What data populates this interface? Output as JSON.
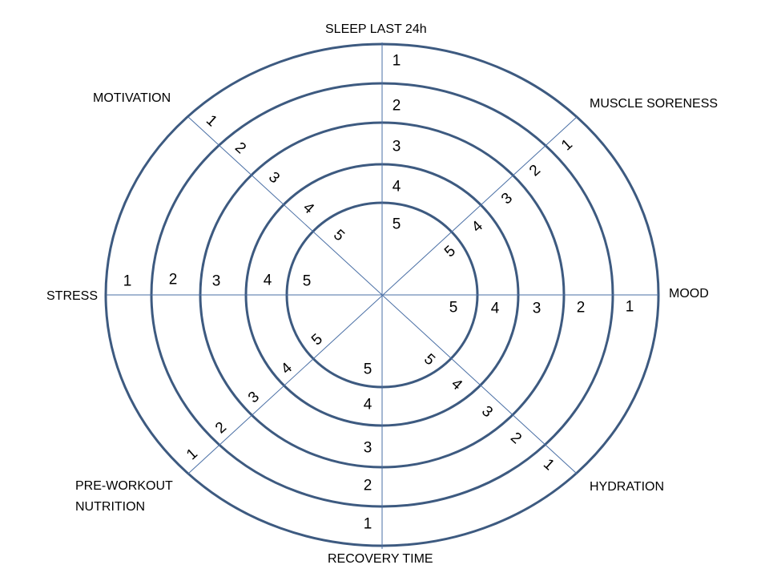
{
  "categories": [
    {
      "id": "sleep",
      "label": "SLEEP LAST 24h"
    },
    {
      "id": "muscle-soreness",
      "label": "MUSCLE SORENESS"
    },
    {
      "id": "mood",
      "label": "MOOD"
    },
    {
      "id": "hydration",
      "label": "HYDRATION"
    },
    {
      "id": "recovery-time",
      "label": "RECOVERY TIME"
    },
    {
      "id": "pre-workout-nutrition",
      "label": "PRE-WORKOUT\nNUTRITION"
    },
    {
      "id": "stress",
      "label": "STRESS"
    },
    {
      "id": "motivation",
      "label": "MOTIVATION"
    }
  ],
  "scale": [
    "1",
    "2",
    "3",
    "4",
    "5"
  ],
  "colors": {
    "ring": "#3d5a80",
    "spoke": "#4a6fa5",
    "text": "#000000"
  }
}
